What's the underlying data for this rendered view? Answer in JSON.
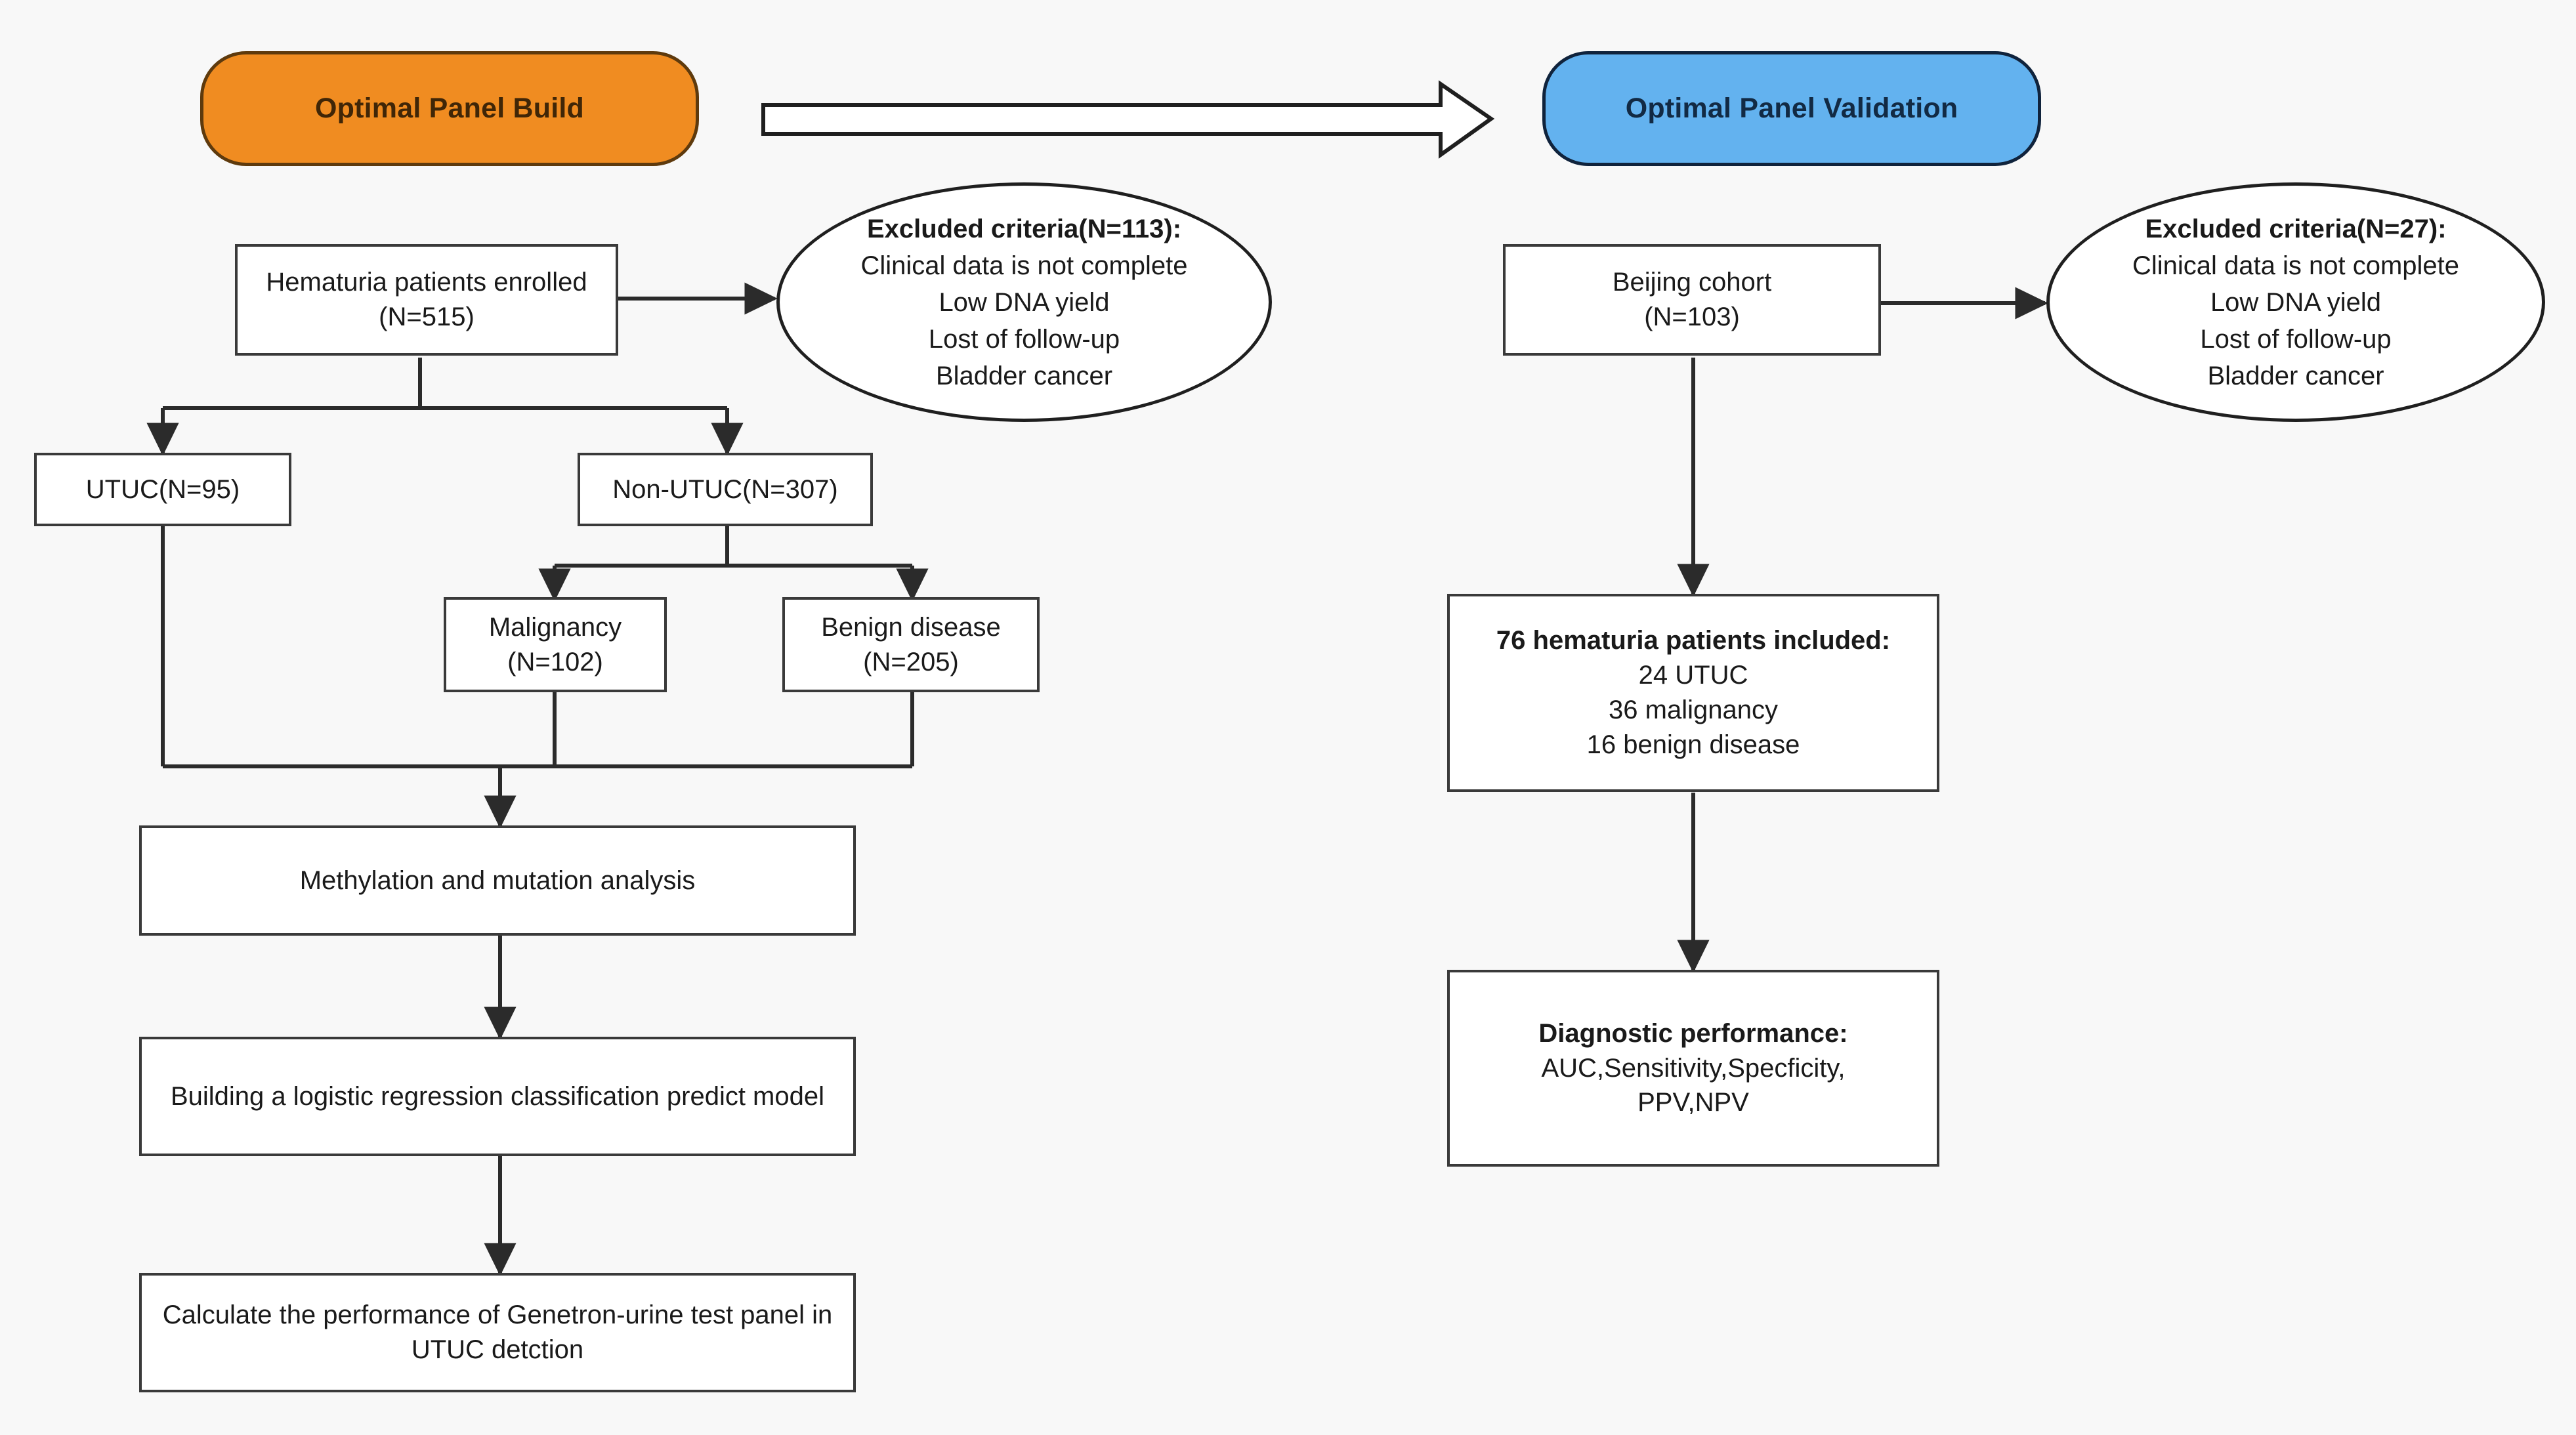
{
  "diagram": {
    "title_left": "Optimal Panel Build",
    "title_right": "Optimal Panel Validation",
    "background_color": "#f8f8f8",
    "accent_orange": "#f08c21",
    "accent_blue": "#63b2ef"
  },
  "left_panel": {
    "header": "Optimal Panel Build",
    "enrolled": {
      "line1": "Hematuria patients enrolled",
      "line2": "(N=515)"
    },
    "excluded": {
      "heading": "Excluded criteria(N=113):",
      "items": [
        "Clinical data is not complete",
        "Low DNA yield",
        "Lost of follow-up",
        "Bladder cancer"
      ]
    },
    "utuc": "UTUC(N=95)",
    "non_utuc": "Non-UTUC(N=307)",
    "malignancy": {
      "line1": "Malignancy",
      "line2": "(N=102)"
    },
    "benign": {
      "line1": "Benign disease",
      "line2": "(N=205)"
    },
    "analysis": "Methylation and mutation analysis",
    "model": "Building a logistic regression classification predict model",
    "performance": "Calculate the performance of Genetron-urine test panel in UTUC detction"
  },
  "right_panel": {
    "header": "Optimal Panel Validation",
    "cohort": {
      "line1": "Beijing cohort",
      "line2": "(N=103)"
    },
    "excluded": {
      "heading": "Excluded criteria(N=27):",
      "items": [
        "Clinical data is not complete",
        "Low DNA yield",
        "Lost of follow-up",
        "Bladder cancer"
      ]
    },
    "included": {
      "heading": "76 hematuria patients included:",
      "items": [
        "24 UTUC",
        "36 malignancy",
        "16 benign disease"
      ]
    },
    "diagnostic": {
      "heading": "Diagnostic performance:",
      "items": [
        "AUC,Sensitivity,Specficity,",
        "PPV,NPV"
      ]
    }
  }
}
